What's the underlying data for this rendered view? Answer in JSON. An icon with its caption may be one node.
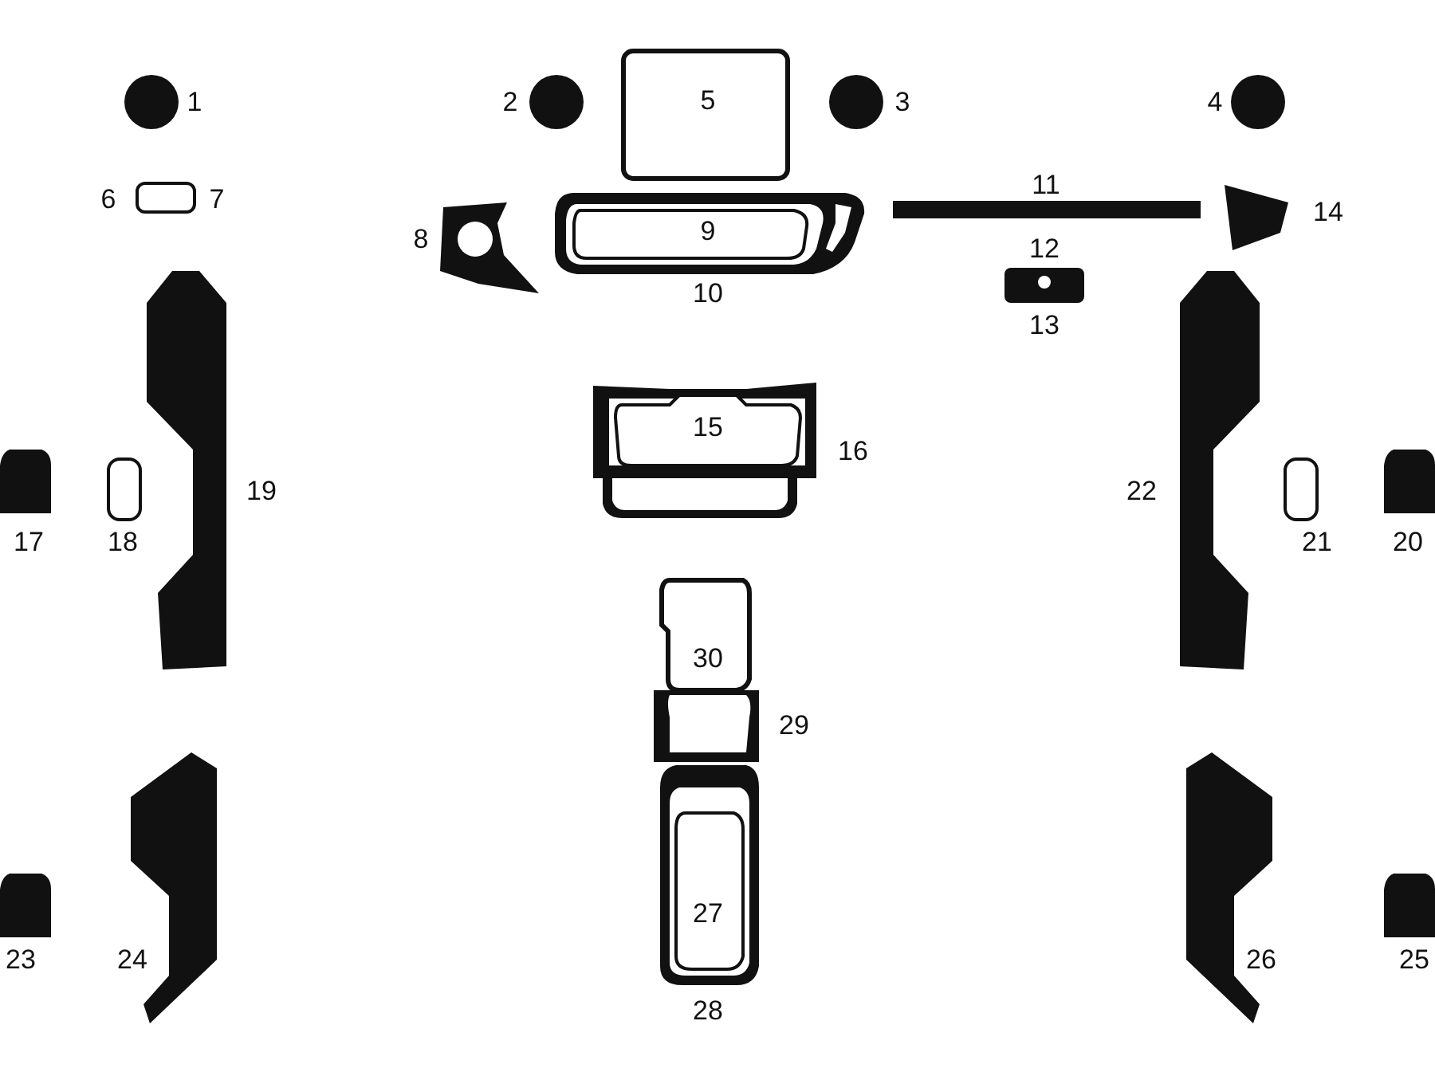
{
  "diagram": {
    "labels": [
      "1",
      "2",
      "3",
      "4",
      "5",
      "6",
      "7",
      "8",
      "9",
      "10",
      "11",
      "12",
      "13",
      "14",
      "15",
      "16",
      "17",
      "18",
      "19",
      "20",
      "21",
      "22",
      "23",
      "24",
      "25",
      "26",
      "27",
      "28",
      "29",
      "30"
    ]
  }
}
